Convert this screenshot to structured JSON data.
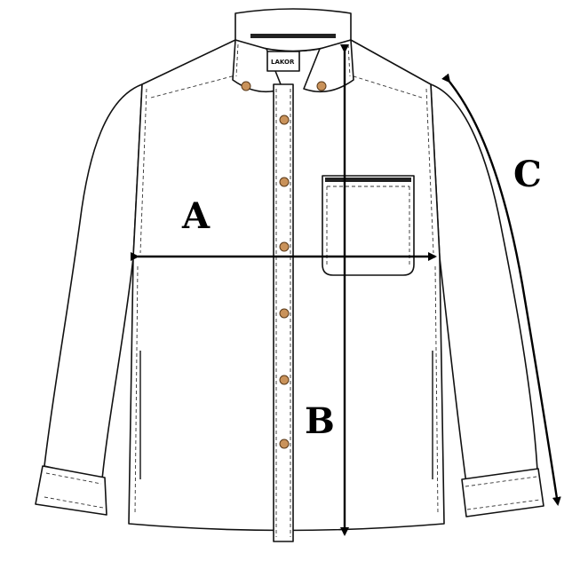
{
  "diagram": {
    "logo_text": "LAKOR",
    "labels": {
      "chest_width": "A",
      "body_length": "B",
      "sleeve_length": "C"
    },
    "button_color": "#c9925a"
  }
}
